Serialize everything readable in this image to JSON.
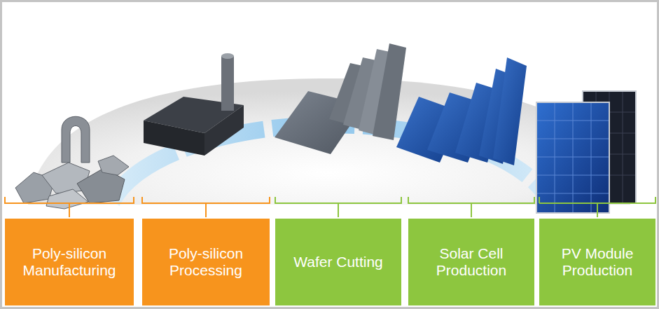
{
  "diagram": {
    "nodes": [
      {
        "text": [
          "Poly-silicon Manufacturing"
        ]
      },
      {
        "text": [
          "Poly-silicon Processing"
        ]
      },
      {
        "text": [
          "Wafer Cutting"
        ]
      },
      {
        "text": [
          "Solar Cell Production"
        ]
      },
      {
        "text": [
          "PV Module Production"
        ]
      }
    ]
  }
}
